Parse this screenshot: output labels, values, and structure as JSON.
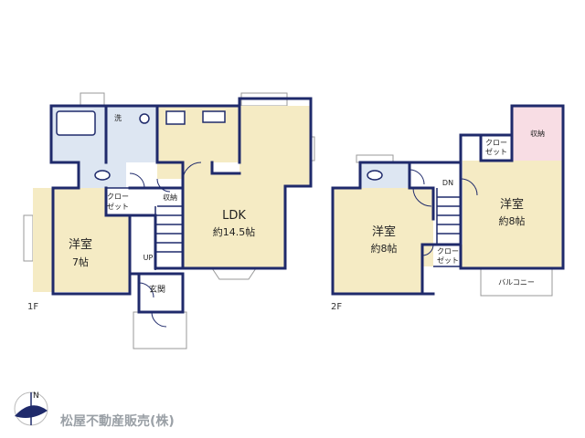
{
  "floor1": {
    "label": "1F",
    "rooms": {
      "yoshitsu": {
        "name": "洋室",
        "area": "7帖"
      },
      "ldk": {
        "name": "LDK",
        "area": "約14.5帖"
      },
      "closet": {
        "line1": "クロー",
        "line2": "ゼット"
      },
      "storage": "収納",
      "entrance": "玄関",
      "wash": "洗",
      "stairs_up": "UP"
    }
  },
  "floor2": {
    "label": "2F",
    "rooms": {
      "yoshitsu_left": {
        "name": "洋室",
        "area": "約8帖"
      },
      "yoshitsu_right": {
        "name": "洋室",
        "area": "約8帖"
      },
      "closet_top": {
        "line1": "クロー",
        "line2": "ゼット"
      },
      "closet_mid": {
        "line1": "クロー",
        "line2": "ゼット"
      },
      "storage": "収納",
      "balcony": "バルコニー",
      "stairs_down": "DN"
    }
  },
  "compass": {
    "north": "N"
  },
  "company": "松屋不動産販売(株)",
  "colors": {
    "wall": "#1f2a6b",
    "room_fill": "#f5ebc4",
    "wet_fill": "#dde6f2",
    "storage_fill": "#f8dde4",
    "window": "#9a9a9a"
  }
}
